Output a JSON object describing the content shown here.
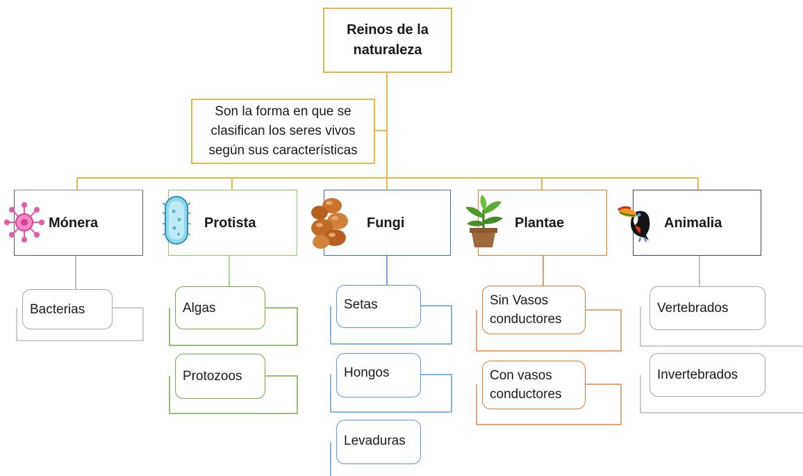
{
  "root": {
    "label": "Reinos de la naturaleza"
  },
  "definition": {
    "label": "Son la forma en que se clasifican los seres vivos según sus características"
  },
  "colors": {
    "connector": "#e6b84a",
    "monera": "#8c8c8c",
    "protista": "#70ad47",
    "fungi": "#4a7fc1",
    "plantae": "#d87a36",
    "animalia": "#8c8c8c"
  },
  "kingdoms": [
    {
      "name": "Mónera",
      "icon": "microbe-icon",
      "items": [
        "Bacterias"
      ]
    },
    {
      "name": "Protista",
      "icon": "bacillus-icon",
      "items": [
        "Algas",
        "Protozoos"
      ]
    },
    {
      "name": "Fungi",
      "icon": "mushroom-icon",
      "items": [
        "Setas",
        "Hongos",
        "Levaduras"
      ]
    },
    {
      "name": "Plantae",
      "icon": "potted-plant-icon",
      "items": [
        "Sin Vasos\nconductores",
        "Con vasos\nconductores"
      ]
    },
    {
      "name": "Animalia",
      "icon": "toucan-icon",
      "items": [
        "Vertebrados",
        "Invertebrados"
      ]
    }
  ]
}
